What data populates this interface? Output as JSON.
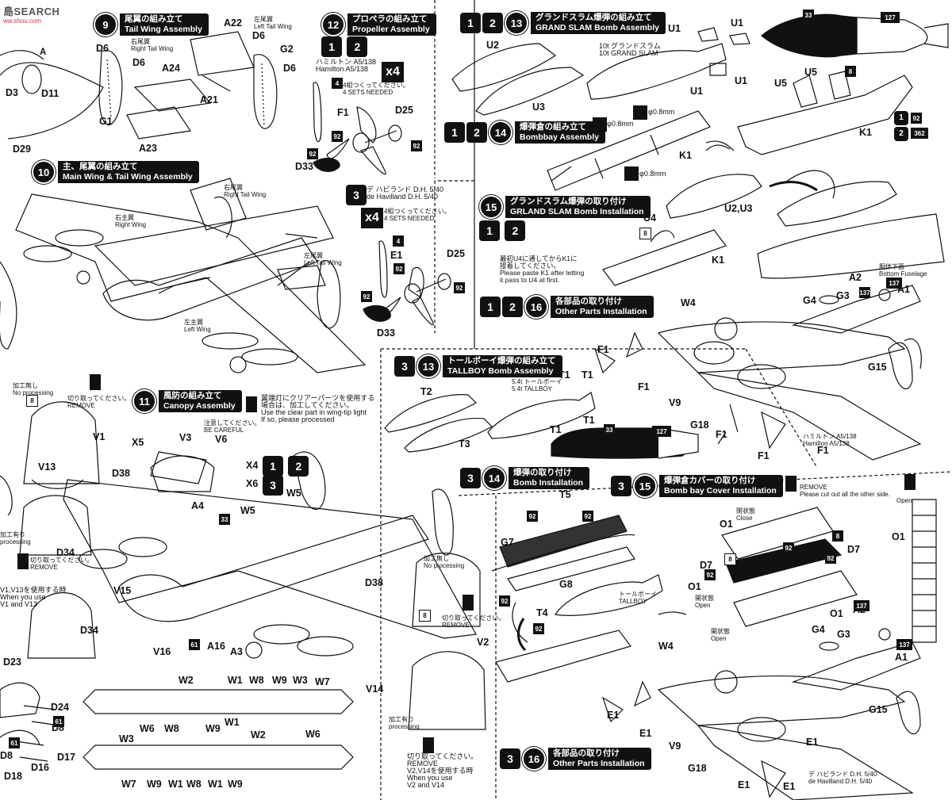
{
  "watermark": {
    "brand": "SEARCH",
    "url": "ww.shou.com"
  },
  "sections": {
    "s9": {
      "num": "9",
      "jp": "尾翼の組み立て",
      "en": "Tail Wing Assembly"
    },
    "s10": {
      "num": "10",
      "jp": "主、尾翼の組み立て",
      "en": "Main Wing & Tail Wing Assembly"
    },
    "s11": {
      "num": "11",
      "jp": "風防の組み立て",
      "en": "Canopy Assembly"
    },
    "s12": {
      "num": "12",
      "jp": "プロペラの組み立て",
      "en": "Propeller Assembly"
    },
    "s13a": {
      "num": "13",
      "jp": "グランドスラム爆弾の組み立て",
      "en": "GRAND SLAM Bomb Assembly"
    },
    "s14a": {
      "num": "14",
      "jp": "爆弾倉の組み立て",
      "en": "Bombbay Assembly"
    },
    "s15a": {
      "num": "15",
      "jp": "グランドスラム爆弾の取り付け",
      "en": "GRLAND SLAM Bomb Installation"
    },
    "s16a": {
      "num": "16",
      "jp": "各部品の取り付け",
      "en": "Other Parts Installation"
    },
    "s13b": {
      "num": "13",
      "jp": "トールボーイ爆弾の組み立て",
      "en": "TALLBOY Bomb Assembly"
    },
    "s14b": {
      "num": "14",
      "jp": "爆弾の取り付け",
      "en": "Bomb Installation"
    },
    "s15b": {
      "num": "15",
      "jp": "爆弾倉カバーの取り付け",
      "en": "Bomb bay Cover Installation"
    },
    "s16b": {
      "num": "16",
      "jp": "各部品の取り付け",
      "en": "Other Parts Installation"
    }
  },
  "versions": {
    "v1": "1",
    "v2": "2",
    "v3": "3"
  },
  "qty": {
    "x4": "x4"
  },
  "propeller": {
    "ham_jp": "ハミルトン A5/138",
    "ham_en": "Hamilton A5/138",
    "sets_jp": "4組つくってください。",
    "sets_en": "4 SETS NEEDED",
    "dh_jp": "デ ハビランド D.H. 5/40",
    "dh_en": "de Havilland D.H. 5/40"
  },
  "grandslam": {
    "jp": "10t グランドスラム",
    "en": "10t GRAND SLAM"
  },
  "tallboy": {
    "jp": "5.4t トールボーイ",
    "en": "5.4t TALLBOY",
    "jp2": "トールボーイ",
    "en2": "TALLBOY"
  },
  "drill": {
    "d1": "φ0.8mm"
  },
  "k1note": {
    "jp1": "最初U4に通してからK1に",
    "jp2": "接着してください。",
    "en1": "Please paste K1 after letting",
    "en2": "it pass to U4 at first."
  },
  "fuselage": {
    "jp": "胴体下面",
    "en": "Bottom Fuselage"
  },
  "wings": {
    "right_main_jp": "右主翼",
    "right_main_en": "Right Wing",
    "left_main_jp": "左主翼",
    "left_main_en": "Left Wing",
    "right_tail_jp": "右尾翼",
    "right_tail_en": "Right Tail Wing",
    "left_tail_jp": "左尾翼",
    "left_tail_en": "Left Tail Wing"
  },
  "notes": {
    "noproc_jp": "加工無し",
    "noproc_en": "No processing",
    "proc_jp": "加工有り",
    "proc_en": "processing",
    "cut_jp": "切り取ってください。",
    "cut_en": "REMOVE",
    "caution_jp": "注意してください。",
    "caution_en": "BE CAREFUL",
    "clear_jp1": "翼端灯にクリアーパーツを使用する",
    "clear_jp2": "場合は、加工してください。",
    "clear_en1": "Use the clear part in wing-tip light",
    "clear_en2": "If so, please processed",
    "v1v13_jp": "V1,V13を使用する時",
    "v1v13_en1": "When you use",
    "v1v13_en2": "V1 and V13",
    "v2v14_jp": "V2,V14を使用する時",
    "v2v14_en1": "When you use",
    "v2v14_en2": "V2 and V14",
    "cutall_en": "Please cut out all the other side.",
    "open_jp": "開状態",
    "open_en": "Open",
    "close_jp": "閉状態",
    "close_en": "Close",
    "open_en2": "Open"
  },
  "parts": {
    "A": "A",
    "D3": "D3",
    "D11": "D11",
    "D29": "D29",
    "D6": "D6",
    "G1": "G1",
    "A23": "A23",
    "A24": "A24",
    "A21": "A21",
    "A22": "A22",
    "G2": "G2",
    "F1": "F1",
    "D25": "D25",
    "D33": "D33",
    "E1": "E1",
    "U1": "U1",
    "U2": "U2",
    "U3": "U3",
    "U4": "U4",
    "U5": "U5",
    "K1": "K1",
    "U2U3": "U2,U3",
    "A1": "A1",
    "A2": "A2",
    "G3": "G3",
    "G4": "G4",
    "G15": "G15",
    "G18": "G18",
    "V9": "V9",
    "W4": "W4",
    "T1": "T1",
    "T2": "T2",
    "T3": "T3",
    "T4": "T4",
    "T5": "T5",
    "G7": "G7",
    "G8": "G8",
    "O1": "O1",
    "D7": "D7",
    "V1": "V1",
    "V2": "V2",
    "V3": "V3",
    "V6": "V6",
    "V13": "V13",
    "V14": "V14",
    "V15": "V15",
    "V16": "V16",
    "X4": "X4",
    "X5": "X5",
    "X6": "X6",
    "D38": "D38",
    "D34": "D34",
    "A4": "A4",
    "A3": "A3",
    "A16": "A16",
    "W5": "W5",
    "D23": "D23",
    "D24": "D24",
    "D8": "D8",
    "D16": "D16",
    "D17": "D17",
    "D18": "D18",
    "W1": "W1",
    "W2": "W2",
    "W3": "W3",
    "W6": "W6",
    "W7": "W7",
    "W8": "W8",
    "W9": "W9"
  },
  "colors": {
    "c4": "4",
    "c8": "8",
    "c33": "33",
    "c61": "61",
    "c92": "92",
    "c127": "127",
    "c137": "137",
    "c362": "362"
  }
}
